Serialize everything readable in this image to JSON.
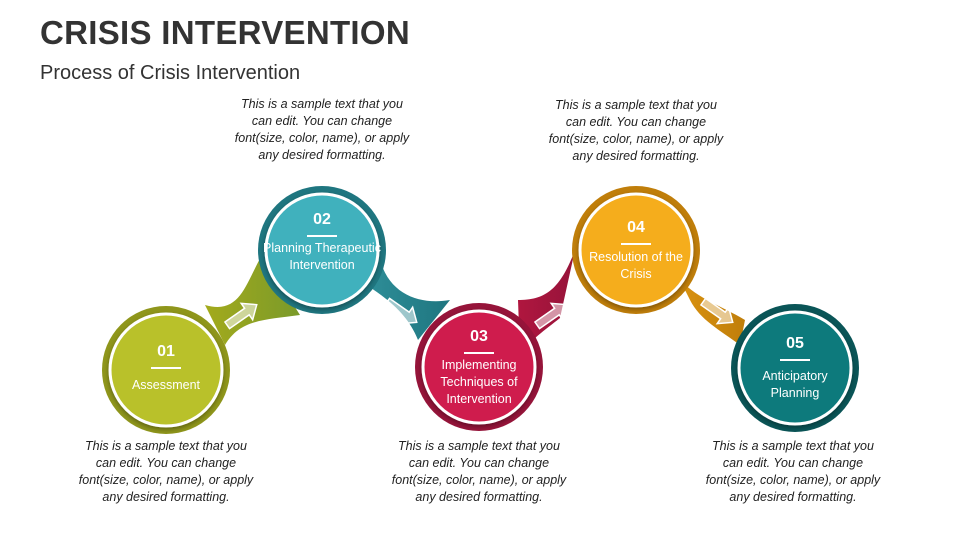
{
  "header": {
    "title": "CRISIS INTERVENTION",
    "subtitle": "Process of Crisis Intervention"
  },
  "steps": [
    {
      "number": "01",
      "label": "Assessment",
      "color": "#b9c12a",
      "description": "This is a sample text that you can edit. You can change font(size, color, name), or apply any desired formatting."
    },
    {
      "number": "02",
      "label": "Planning Therapeutic Intervention",
      "color": "#3fb1bd",
      "description": "This is a sample text that you can edit. You can change font(size, color, name), or apply any desired formatting."
    },
    {
      "number": "03",
      "label": "Implementing Techniques of Intervention",
      "color": "#cf1e4d",
      "description": "This is a sample text that you can edit. You can change font(size, color, name), or apply any desired formatting."
    },
    {
      "number": "04",
      "label": "Resolution of the Crisis",
      "color": "#f5ad1b",
      "description": "This is a sample text that you can edit. You can change font(size, color, name), or apply any desired formatting."
    },
    {
      "number": "05",
      "label": "Anticipatory Planning",
      "color": "#0f7a7c",
      "description": "This is a sample text that you can edit. You can change font(size, color, name), or apply any desired formatting."
    }
  ]
}
